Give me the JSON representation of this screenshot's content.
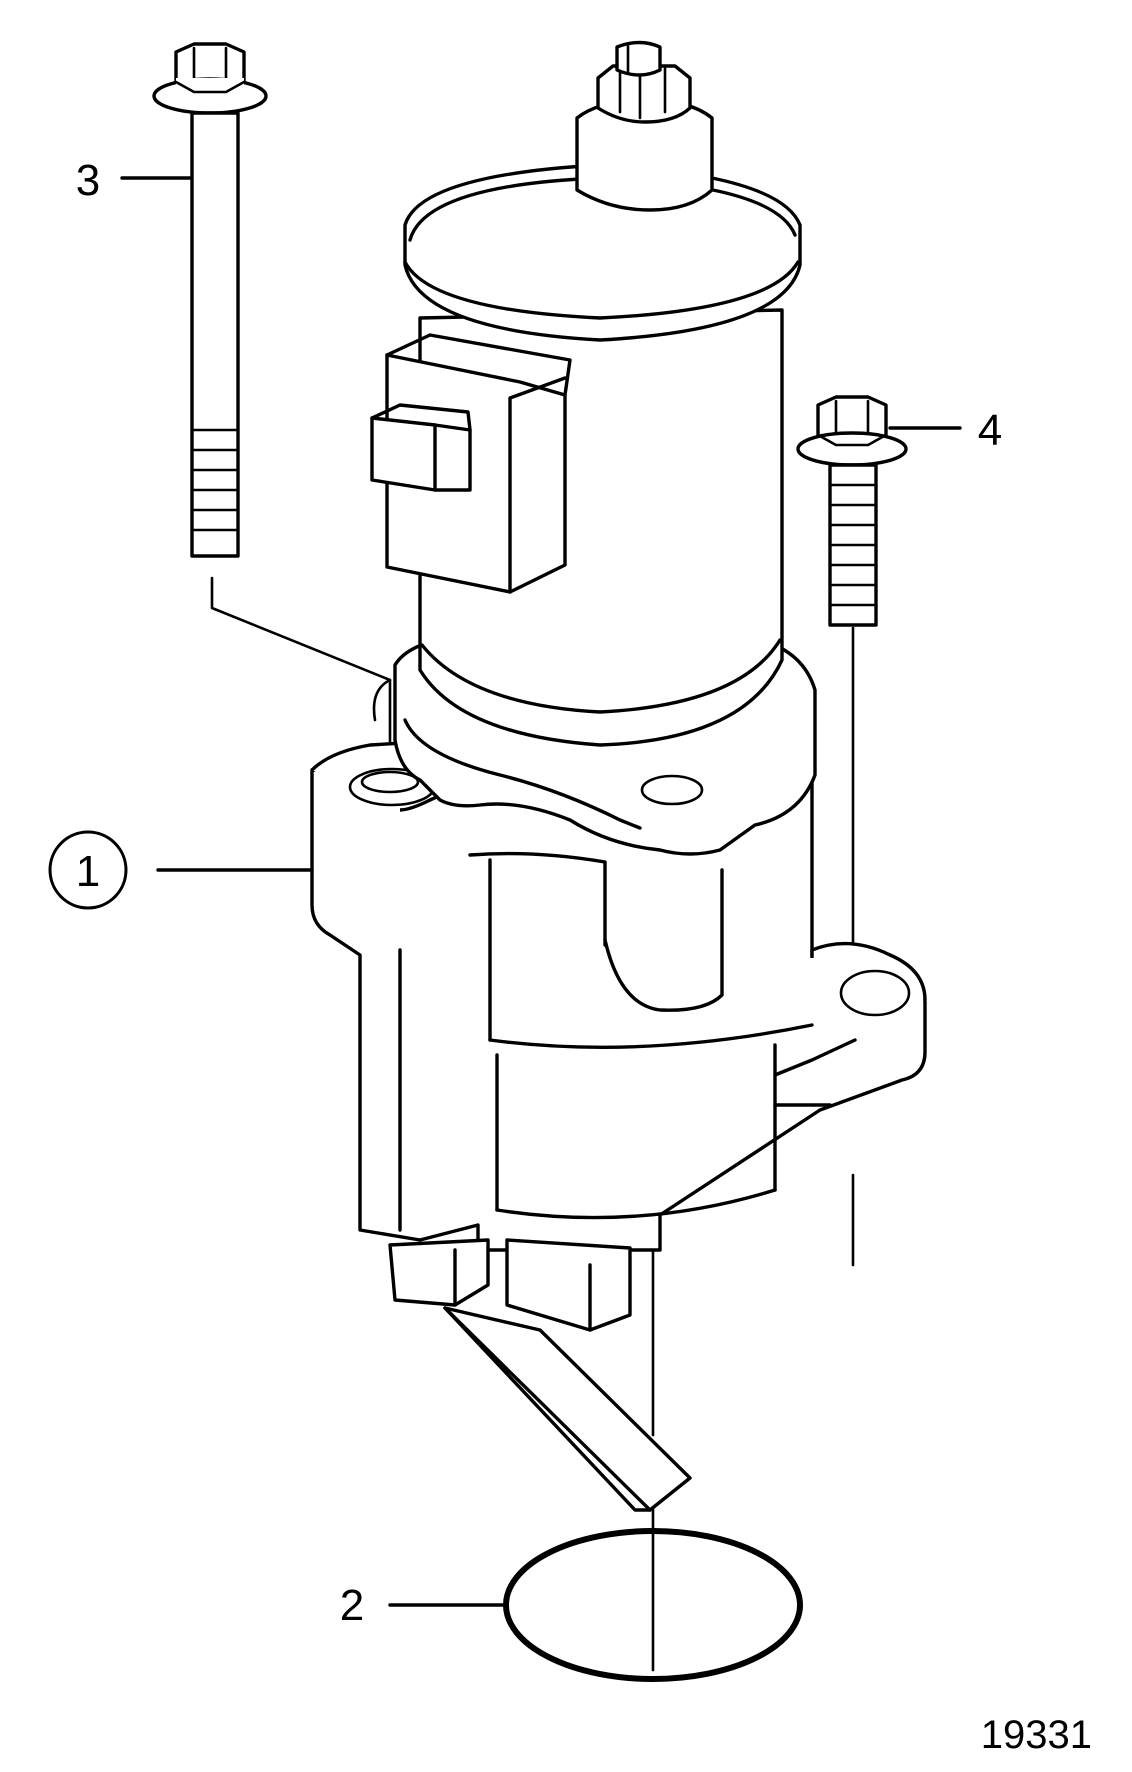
{
  "callouts": {
    "part_1": "1",
    "part_2": "2",
    "part_3": "3",
    "part_4": "4"
  },
  "figure_number": "19331"
}
